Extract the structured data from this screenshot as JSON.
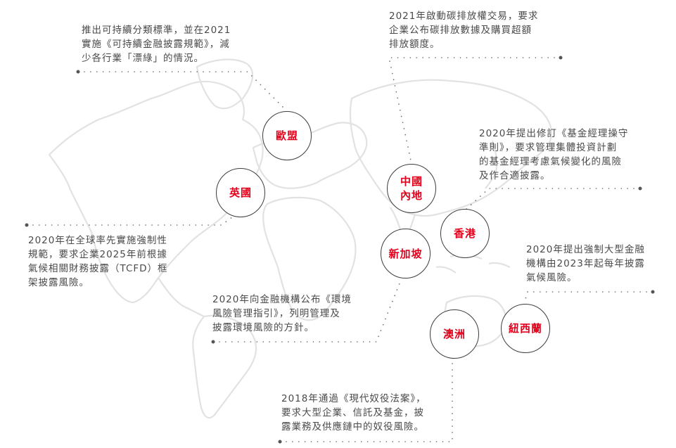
{
  "diagram": {
    "type": "world-map-callouts",
    "accent_color": "#e4001b",
    "text_color": "#4a4a4a",
    "map_outline_color": "#e2e2e2",
    "connector_color": "#6a6a6a"
  },
  "regions": [
    {
      "id": "eu",
      "label": "歐盟"
    },
    {
      "id": "uk",
      "label": "英國"
    },
    {
      "id": "china",
      "label": "中國\n內地"
    },
    {
      "id": "hk",
      "label": "香港"
    },
    {
      "id": "sg",
      "label": "新加坡"
    },
    {
      "id": "au",
      "label": "澳洲"
    },
    {
      "id": "nz",
      "label": "紐西蘭"
    }
  ],
  "notes": {
    "eu": "推出可持續分類標準，並在2021\n實施《可持續金融披露規範》，減\n少各行業「漂綠」的情況。",
    "china": "2021年啟動碳排放權交易，要求\n企業公布碳排放數據及購買超額\n排放額度。",
    "hk": "2020年提出修訂《基金經理操守\n準則》，要求管理集體投資計劃\n的基金經理考慮氣候變化的風險\n及作合適披露。",
    "uk": "2020年在全球率先實施強制性\n規範，要求企業2025年前根據\n氣候相關財務披露（TCFD）框\n架披露風險。",
    "sg": "2020年向金融機構公布《環境\n風險管理指引》，列明管理及\n披露環境風險的方針。",
    "nz": "2020年提出強制大型金融\n機構由2023年起每年披露\n氣候風險。",
    "au": "2018年通過《現代奴役法案》，\n要求大型企業、信託及基金，披\n露業務及供應鏈中的奴役風險。"
  }
}
